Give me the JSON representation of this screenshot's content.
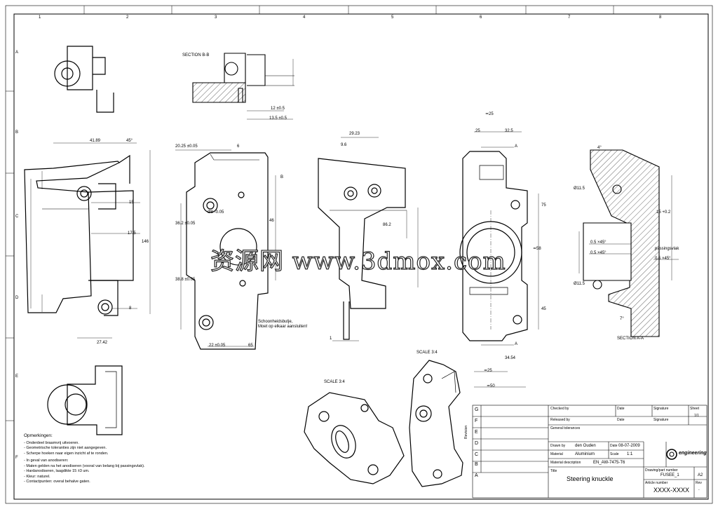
{
  "sheet": {
    "col_labels": [
      "1",
      "2",
      "3",
      "4",
      "5",
      "6",
      "7",
      "8"
    ],
    "row_labels": [
      "A",
      "B",
      "C",
      "D",
      "E",
      "F"
    ]
  },
  "views": {
    "section_bb": "SECTION B-B",
    "section_aa": "SECTION A-A",
    "scale_left": "SCALE 3:4",
    "scale_right": "SCALE 3:4"
  },
  "dims": {
    "d41_89": "41.89",
    "d45": "45°",
    "d15": "15",
    "d17_5": "17.5",
    "d146": "146",
    "d6_8": "6",
    "d8": "8",
    "d27_42": "27.42",
    "d20_25": "20.25 ±0.05",
    "d29_23": "29.23",
    "d9_6": "9.6",
    "d25a": "≃25",
    "d25b": "25",
    "d32_5": "32.5",
    "d45b": "45",
    "d75": "75",
    "d12": "12 ±0.5",
    "d13_5": "13.5 ±0.5",
    "d22": "22 ±0.05",
    "d65": "65",
    "d34_54": "34.54",
    "d25c": "≃25",
    "d50": "≃50",
    "d4": "4°",
    "d5_a": "0.5 ×45°",
    "d5_b": "0.5 ×45°",
    "d5_c": "0.5 ×45°",
    "d7": "7°",
    "d11_5a": "Ø11.5",
    "d11_5b": "Ø11.5",
    "d15_2": "15 +0.2",
    "d86_2": "86.2",
    "d38_8": "38.8 ±0.05",
    "d36_2": "36.2 ±0.05",
    "d1": "1",
    "dM8": "Ø8 -0.05",
    "d46": "46",
    "d58": "≃58",
    "dA": "A",
    "dB": "B"
  },
  "annotations": {
    "schoenheid": "Schoonheidsbutje,",
    "moet_op": "Moet op elkaar aansluiten!",
    "passing": "passingsvlak"
  },
  "notes": {
    "title": "Opmerkingen:",
    "lines": [
      "- Onderdeel braamvrij uitvoeren.",
      "- Geometrische toleranties zijn niet aangegeven.",
      "- Scherpe hoeken naar eigen inzicht af te ronden.",
      "",
      "- In geval van anodiseren:",
      "- Maten gelden na het anodiseren (vooral van belang bij passingsvlak).",
      "- Hardanodiseren, laagdikte 15 ±3 um.",
      "- Kleur: naturel.",
      "- Contactpunten: overal behalve gaten."
    ]
  },
  "watermark": "资源网 www.3dmox.com",
  "titleblock": {
    "rev_rows": [
      "G",
      "F",
      "E",
      "D",
      "C",
      "B",
      "A"
    ],
    "revision_label": "Revision",
    "checked_by": "Checked by",
    "released_by": "Released by",
    "date1": "Date",
    "date2": "Date",
    "signature1": "Signature",
    "signature2": "Signature",
    "sheet": "Sheet",
    "sheet_val": "1/1",
    "drawn_by_label": "Drawn by",
    "drawn_by": "den Ouden",
    "date_label": "Date",
    "date": "08-07-2009",
    "material_label": "Material",
    "material": "Aluminium",
    "scale_label": "Scale",
    "scale": "1:1",
    "material_desc_label": "Material description",
    "material_desc": "EN_AW-7475-T6",
    "title_label": "Title",
    "title": "Steering knuckle",
    "docnum_label": "Drawing/part number",
    "docnum": "FUSEE_1",
    "size": "A2",
    "partnum_label": "Article number",
    "partnum": "XXXX-XXXX",
    "rev_label": "Rev",
    "rev_val": "-",
    "logo": "engineering",
    "general_tol": "General tolerances"
  }
}
